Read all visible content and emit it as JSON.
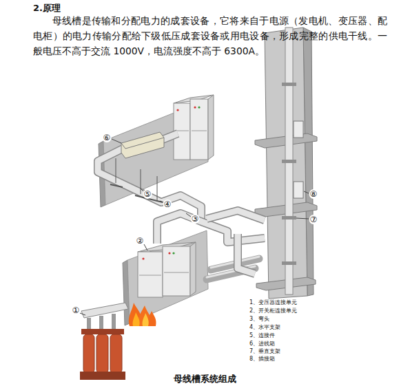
{
  "diagram": {
    "title": "2.原理",
    "caption": "母线槽系统组成",
    "labels": [
      "母线槽是传输和分配电力的成套设备，它将来自于电源（发电机、变压器、配电柜）的电力传输分配给下级低压成套设备或用电设备，形成完整的供电干线。一般电压不高于交流 1000V，电流强度不高于 6300A。",
      "①",
      "②",
      "③",
      "④",
      "⑤",
      "⑥",
      "⑦",
      "⑧",
      "1、变压器连接单元",
      "2、开关柜连接单元",
      "3、弯头",
      "4、水平支架",
      "5、连接件",
      "6、进线箱",
      "7、垂直支架",
      "8、插接箱"
    ]
  }
}
